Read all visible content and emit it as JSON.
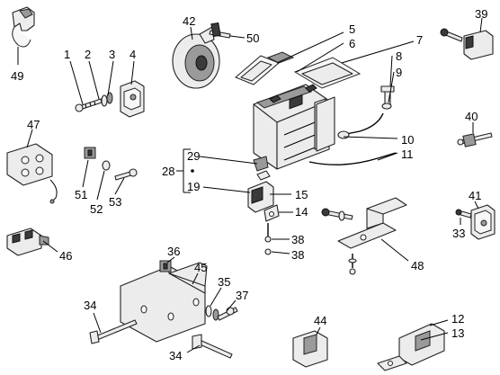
{
  "diagram": {
    "labels": [
      {
        "key": "l1",
        "text": "1"
      },
      {
        "key": "l2",
        "text": "2"
      },
      {
        "key": "l3",
        "text": "3"
      },
      {
        "key": "l4",
        "text": "4"
      },
      {
        "key": "l5",
        "text": "5"
      },
      {
        "key": "l6",
        "text": "6"
      },
      {
        "key": "l7",
        "text": "7"
      },
      {
        "key": "l8",
        "text": "8"
      },
      {
        "key": "l9",
        "text": "9"
      },
      {
        "key": "l10",
        "text": "10"
      },
      {
        "key": "l11",
        "text": "11"
      },
      {
        "key": "l12",
        "text": "12"
      },
      {
        "key": "l13",
        "text": "13"
      },
      {
        "key": "l14",
        "text": "14"
      },
      {
        "key": "l15",
        "text": "15"
      },
      {
        "key": "l19",
        "text": "19"
      },
      {
        "key": "l28",
        "text": "28"
      },
      {
        "key": "l29",
        "text": "29"
      },
      {
        "key": "l33",
        "text": "33"
      },
      {
        "key": "l34a",
        "text": "34"
      },
      {
        "key": "l34b",
        "text": "34"
      },
      {
        "key": "l35",
        "text": "35"
      },
      {
        "key": "l36",
        "text": "36"
      },
      {
        "key": "l37",
        "text": "37"
      },
      {
        "key": "l38a",
        "text": "38"
      },
      {
        "key": "l38b",
        "text": "38"
      },
      {
        "key": "l39",
        "text": "39"
      },
      {
        "key": "l40",
        "text": "40"
      },
      {
        "key": "l41",
        "text": "41"
      },
      {
        "key": "l42",
        "text": "42"
      },
      {
        "key": "l44",
        "text": "44"
      },
      {
        "key": "l45",
        "text": "45"
      },
      {
        "key": "l46",
        "text": "46"
      },
      {
        "key": "l47",
        "text": "47"
      },
      {
        "key": "l48",
        "text": "48"
      },
      {
        "key": "l49",
        "text": "49"
      },
      {
        "key": "l50",
        "text": "50"
      },
      {
        "key": "l51",
        "text": "51"
      },
      {
        "key": "l52",
        "text": "52"
      },
      {
        "key": "l53",
        "text": "53"
      }
    ]
  }
}
